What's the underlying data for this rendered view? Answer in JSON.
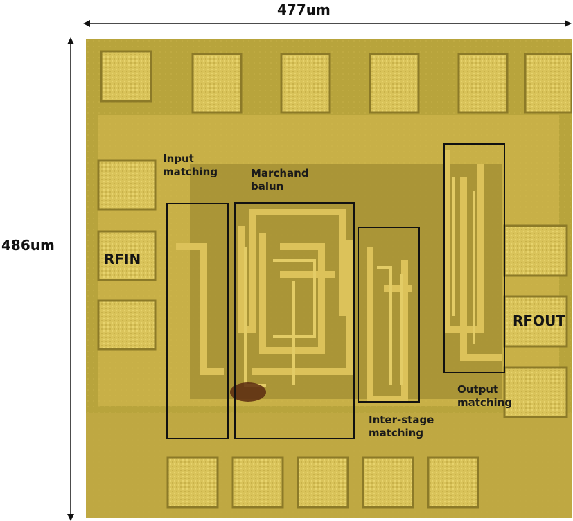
{
  "dimensions": {
    "width_label": "477um",
    "height_label": "486um"
  },
  "ports": {
    "input": "RFIN",
    "output": "RFOUT"
  },
  "blocks": {
    "input_matching": "Input\nmatching",
    "marchand_balun": "Marchand\nbalun",
    "inter_stage_matching": "Inter-stage\nmatching",
    "output_matching": "Output\nmatching"
  },
  "colors": {
    "die_background": "#b8a43c",
    "metal_pad": "#d9c35a",
    "annotation_box": "#111111"
  }
}
